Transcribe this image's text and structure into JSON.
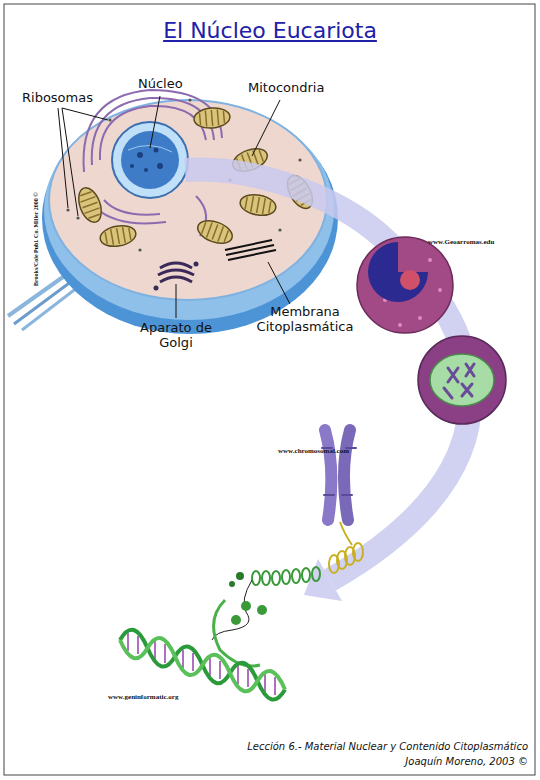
{
  "diagram": {
    "title": "El Núcleo Eucariota",
    "caption": "Lección 6.- Material Nuclear y Contenido Citoplasmático",
    "labels": [
      "Ribosomas",
      "Núcleo",
      "Mitocondria",
      "Brooks/Cole Publ. Co. Miller 2000 ©",
      "Aparato de Golgi",
      "Membrana Citoplasmática",
      "www.Geoarromas.edu",
      "www.chromosomal.com",
      "www.geninformatic.org",
      "Joaquín Moreno, 2003 ©"
    ]
  }
}
